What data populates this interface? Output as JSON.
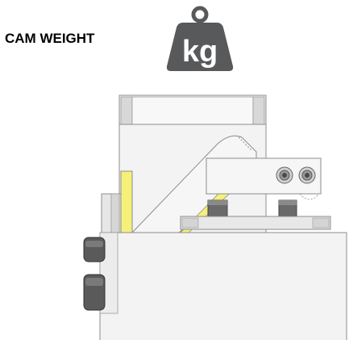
{
  "heading": {
    "title": "CAM WEIGHT",
    "icon": "kg-weight-icon",
    "icon_text": "kg"
  },
  "colors": {
    "icon_fill": "#58595b",
    "body_light": "#f2f2f2",
    "body_mid": "#e0e0e0",
    "outline": "#8c8c8c",
    "shim_yellow": "#f5f07a",
    "button_dark": "#555555"
  },
  "drawing": {
    "icon": "cam-unit-drawing"
  }
}
